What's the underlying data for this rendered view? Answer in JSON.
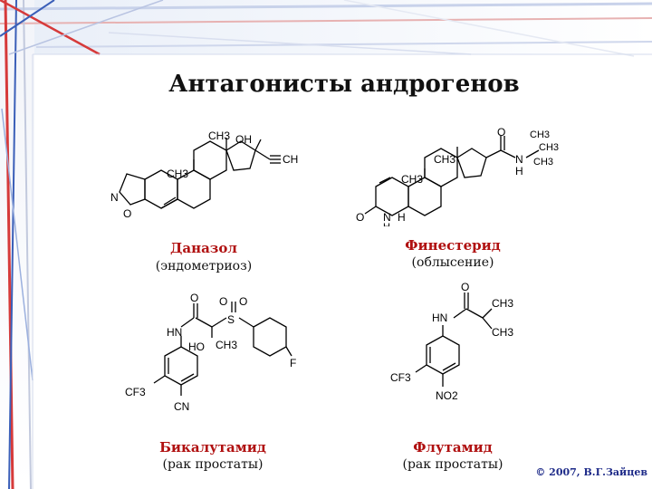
{
  "slide": {
    "title": "Антагонисты андрогенов",
    "copyright": "© 2007, В.Г.Зайцев"
  },
  "drugs": [
    {
      "name": "Даназол",
      "use": "(эндометриоз)",
      "atom_labels": [
        "CH3",
        "OH",
        "CH",
        "CH3",
        "N",
        "O"
      ]
    },
    {
      "name": "Финестерид",
      "use": "(облысение)",
      "atom_labels": [
        "CH3",
        "O",
        "N",
        "H",
        "CH3",
        "CH3",
        "CH3",
        "CH3",
        "O",
        "N",
        "H",
        "H"
      ]
    },
    {
      "name": "Бикалутамид",
      "use": "(рак простаты)",
      "atom_labels": [
        "HN",
        "O",
        "O",
        "O",
        "S",
        "HO",
        "CH3",
        "F",
        "CF3",
        "CN"
      ]
    },
    {
      "name": "Флутамид",
      "use": "(рак простаты)",
      "atom_labels": [
        "O",
        "HN",
        "CH3",
        "CH3",
        "CF3",
        "NO2"
      ]
    }
  ],
  "colors": {
    "title": "#111111",
    "drug_name": "#b01010",
    "copyright": "#1d2a88",
    "frame_red": "#d63a3a",
    "frame_blue": "#3b5fb8"
  }
}
